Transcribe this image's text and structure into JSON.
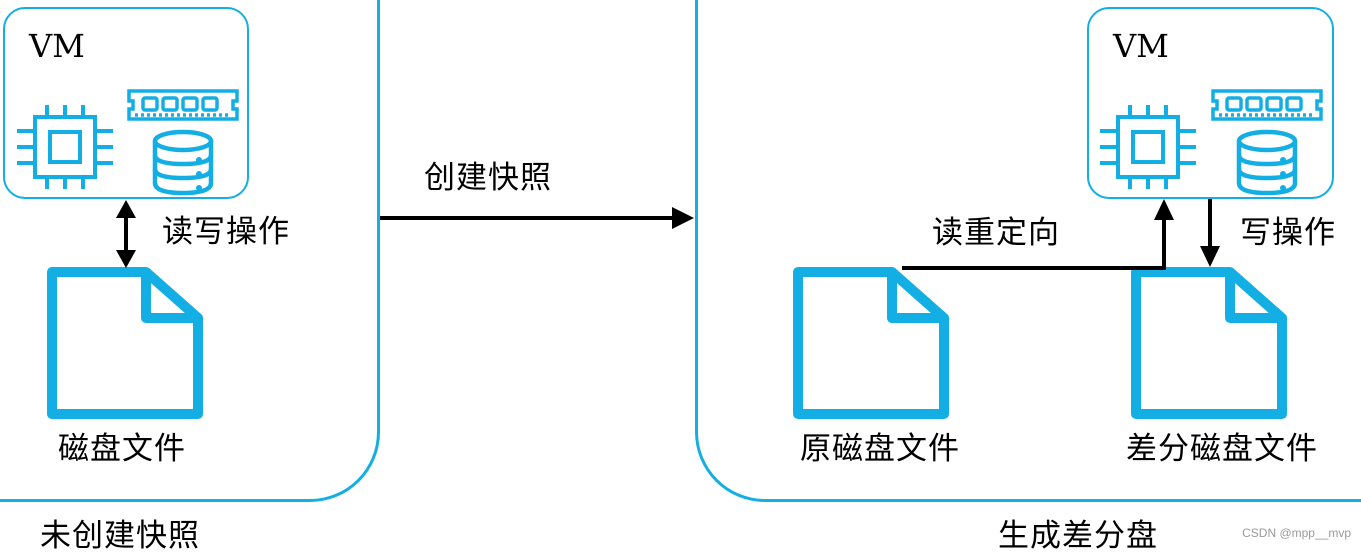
{
  "colors": {
    "accent": "#13aee3",
    "line": "#000000"
  },
  "left": {
    "vm_label": "VM",
    "rw_label": "读写操作",
    "disk_label": "磁盘文件",
    "caption": "未创建快照"
  },
  "middle": {
    "arrow_label": "创建快照"
  },
  "right": {
    "vm_label": "VM",
    "redirect_label": "读重定向",
    "write_label": "写操作",
    "orig_disk_label": "原磁盘文件",
    "diff_disk_label": "差分磁盘文件",
    "caption": "生成差分盘"
  },
  "icons": [
    "cpu-chip-icon",
    "memory-module-icon",
    "database-icon",
    "document-icon"
  ],
  "watermark": "CSDN @mpp__mvp"
}
